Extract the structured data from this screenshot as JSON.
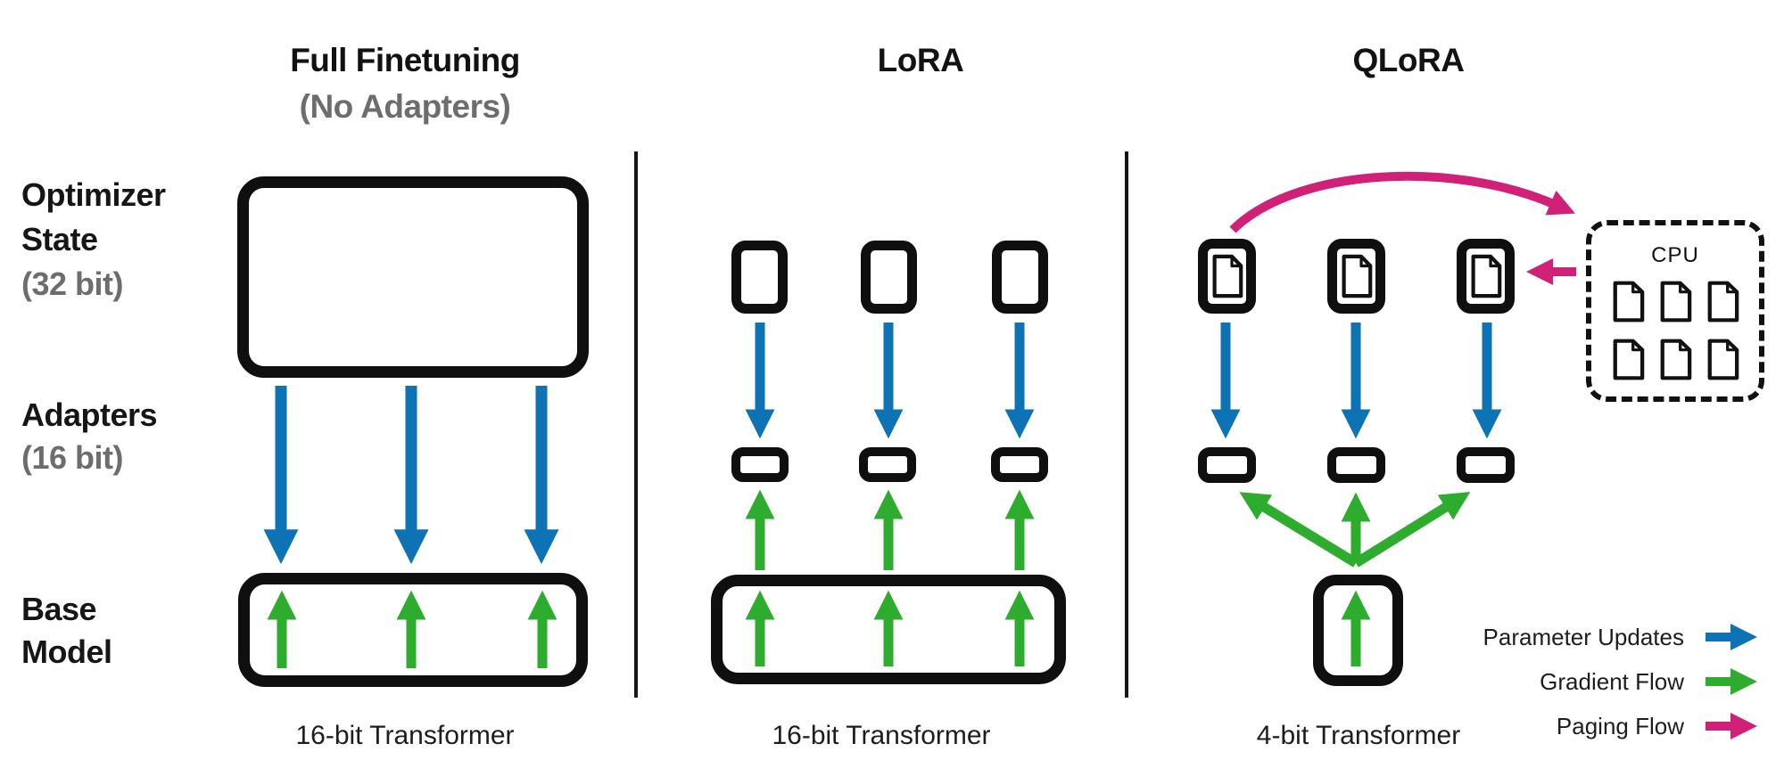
{
  "figure": {
    "columns": [
      {
        "title": "Full Finetuning",
        "subtitle": "(No Adapters)",
        "caption": "16-bit Transformer"
      },
      {
        "title": "LoRA",
        "caption": "16-bit Transformer"
      },
      {
        "title": "QLoRA",
        "caption": "4-bit Transformer"
      }
    ],
    "row_labels": [
      {
        "line1": "Optimizer",
        "line2": "State",
        "sub": "(32 bit)"
      },
      {
        "line1": "Adapters",
        "sub": "(16 bit)"
      },
      {
        "line1": "Base",
        "line2": "Model"
      }
    ],
    "cpu_label": "CPU",
    "legend": [
      {
        "label": "Parameter Updates",
        "color": "#0d73b5"
      },
      {
        "label": "Gradient Flow",
        "color": "#2dac2d"
      },
      {
        "label": "Paging Flow",
        "color": "#d02078"
      }
    ]
  }
}
